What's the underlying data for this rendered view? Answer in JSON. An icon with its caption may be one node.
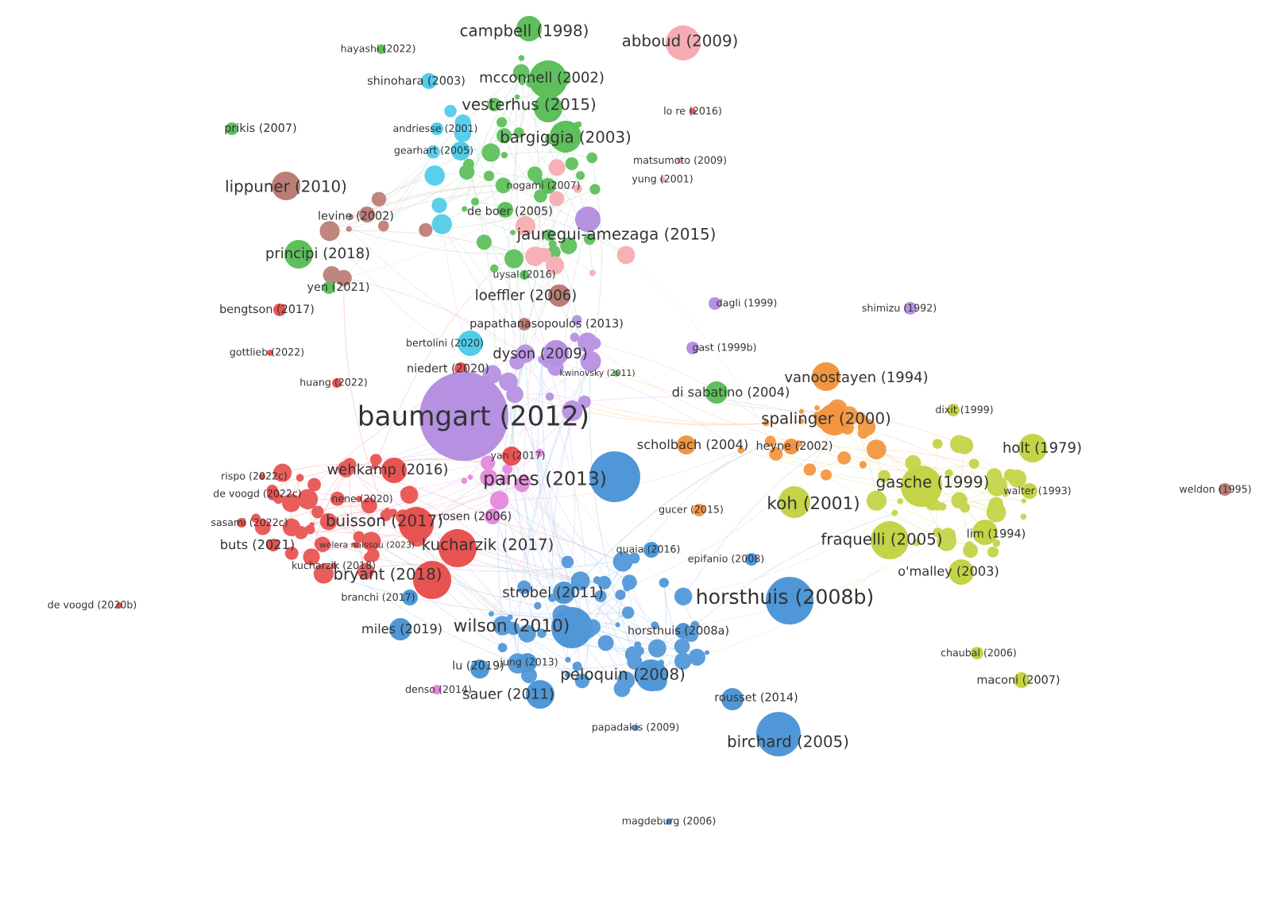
{
  "diagram": {
    "nodes": [
      {
        "text": [
          "campbell (1998)"
        ]
      },
      {
        "text": [
          "abboud (2009)"
        ]
      },
      {
        "text": [
          "hayashi (2022)"
        ]
      },
      {
        "text": [
          "shinohara (2003)"
        ]
      },
      {
        "text": [
          "mcconnell (2002)"
        ]
      },
      {
        "text": [
          "vesterhus (2015)"
        ]
      },
      {
        "text": [
          "lo re (2016)"
        ]
      },
      {
        "text": [
          "prikis (2007)"
        ]
      },
      {
        "text": [
          "andriesse (2001)"
        ]
      },
      {
        "text": [
          "bargiggia (2003)"
        ]
      },
      {
        "text": [
          "gearhart (2005)"
        ]
      },
      {
        "text": [
          "matsumoto (2009)"
        ]
      },
      {
        "text": [
          "lippuner (2010)"
        ]
      },
      {
        "text": [
          "yung (2001)"
        ]
      },
      {
        "text": [
          "nogami (2007)"
        ]
      },
      {
        "text": [
          "levine (2002)"
        ]
      },
      {
        "text": [
          "de boer (2005)"
        ]
      },
      {
        "text": [
          "jauregui-amezaga (2015)"
        ]
      },
      {
        "text": [
          "principi (2018)"
        ]
      },
      {
        "text": [
          "yen (2021)"
        ]
      },
      {
        "text": [
          "uysal (2016)"
        ]
      },
      {
        "text": [
          "loeffler (2006)"
        ]
      },
      {
        "text": [
          "bengtson (2017)"
        ]
      },
      {
        "text": [
          "papathanasopoulos (2013)"
        ]
      },
      {
        "text": [
          "dagli (1999)"
        ]
      },
      {
        "text": [
          "shimizu (1992)"
        ]
      },
      {
        "text": [
          "gottlieb (2022)"
        ]
      },
      {
        "text": [
          "bertolini (2020)"
        ]
      },
      {
        "text": [
          "dyson (2009)"
        ]
      },
      {
        "text": [
          "gast (1999b)"
        ]
      },
      {
        "text": [
          "kwinovsky (2011)"
        ]
      },
      {
        "text": [
          "niedert (2020)"
        ]
      },
      {
        "text": [
          "huang (2022)"
        ]
      },
      {
        "text": [
          "di sabatino (2004)"
        ]
      },
      {
        "text": [
          "baumgart (2012)"
        ]
      },
      {
        "text": [
          "vanoostayen (1994)"
        ]
      },
      {
        "text": [
          "spalinger (2000)"
        ]
      },
      {
        "text": [
          "dixit (1999)"
        ]
      },
      {
        "text": [
          "holt (1979)"
        ]
      },
      {
        "text": [
          "weldon (1995)"
        ]
      },
      {
        "text": [
          "rispo (2022c)"
        ]
      },
      {
        "text": [
          "wehkamp (2016)"
        ]
      },
      {
        "text": [
          "yan (2017)"
        ]
      },
      {
        "text": [
          "scholbach (2004)"
        ]
      },
      {
        "text": [
          "heyne (2002)"
        ]
      },
      {
        "text": [
          "panes (2013)"
        ]
      },
      {
        "text": [
          "gasche (1999)"
        ]
      },
      {
        "text": [
          "walter (1993)"
        ]
      },
      {
        "text": [
          "de voogd (2022c)"
        ]
      },
      {
        "text": [
          "nene (2020)"
        ]
      },
      {
        "text": [
          "gucer (2015)"
        ]
      },
      {
        "text": [
          "koh (2001)"
        ]
      },
      {
        "text": [
          "lim (1994)"
        ]
      },
      {
        "text": [
          "sasami (2022c)"
        ]
      },
      {
        "text": [
          "buisson (2017)"
        ]
      },
      {
        "text": [
          "rosen (2006)"
        ]
      },
      {
        "text": [
          "buts (2021)"
        ]
      },
      {
        "text": [
          "welera naissou (2023)"
        ]
      },
      {
        "text": [
          "kucharzik (2017)"
        ]
      },
      {
        "text": [
          "quaia (2016)"
        ]
      },
      {
        "text": [
          "fraquelli (2005)"
        ]
      },
      {
        "text": [
          "kucharzik (2018)"
        ]
      },
      {
        "text": [
          "epifanio (2008)"
        ]
      },
      {
        "text": [
          "bryant (2018)"
        ]
      },
      {
        "text": [
          "branchi (2017)"
        ]
      },
      {
        "text": [
          "strobel (2011)"
        ]
      },
      {
        "text": [
          "horsthuis (2008b)"
        ]
      },
      {
        "text": [
          "o'malley (2003)"
        ]
      },
      {
        "text": [
          "miles (2019)"
        ]
      },
      {
        "text": [
          "wilson (2010)"
        ]
      },
      {
        "text": [
          "horsthuis (2008a)"
        ]
      },
      {
        "text": [
          "jung (2013)"
        ]
      },
      {
        "text": [
          "lu (2019)"
        ]
      },
      {
        "text": [
          "peloquin (2008)"
        ]
      },
      {
        "text": [
          "sauer (2011)"
        ]
      },
      {
        "text": [
          "denso (2014)"
        ]
      },
      {
        "text": [
          "rousset (2014)"
        ]
      },
      {
        "text": [
          "chaubal (2006)"
        ]
      },
      {
        "text": [
          "maconi (2007)"
        ]
      },
      {
        "text": [
          "papadakis (2009)"
        ]
      },
      {
        "text": [
          "birchard (2005)"
        ]
      },
      {
        "text": [
          "magdeburg (2006)"
        ]
      },
      {
        "text": [
          "de voogd (2020b)"
        ]
      }
    ]
  }
}
